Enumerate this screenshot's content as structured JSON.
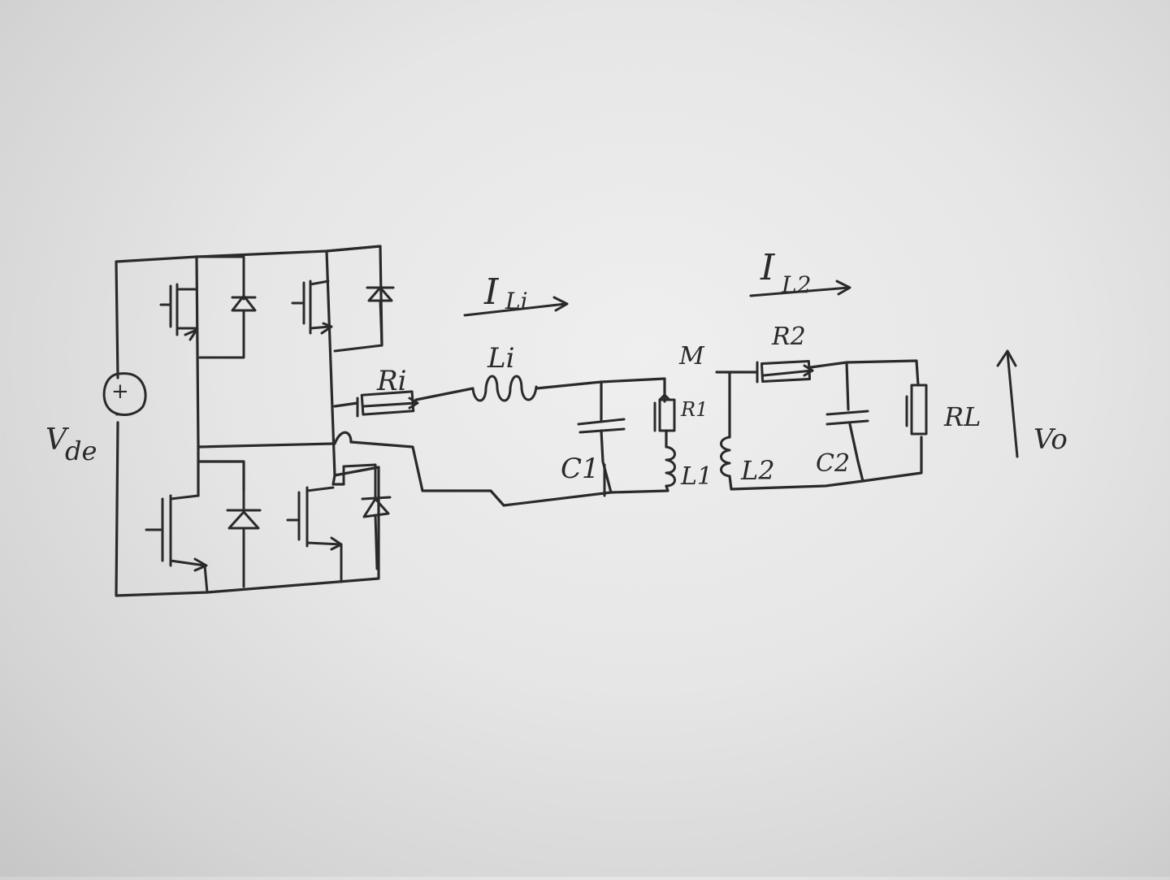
{
  "labels": {
    "source": "V",
    "source_sub": "de",
    "source_plus": "+",
    "source_minus": "−",
    "current_i_main": "I",
    "current_i_sub": "Li",
    "current_2_main": "I",
    "current_2_sub": "L2",
    "r_i": "Ri",
    "l_i": "Li",
    "mutual": "M",
    "c1": "C1",
    "r1": "R1",
    "l1": "L1",
    "r2": "R2",
    "l2": "L2",
    "c2": "C2",
    "r_load": "RL",
    "v_out": "Vo"
  },
  "colors": {
    "ink": "#2a2a2a",
    "paper": "#e6e6e6"
  }
}
